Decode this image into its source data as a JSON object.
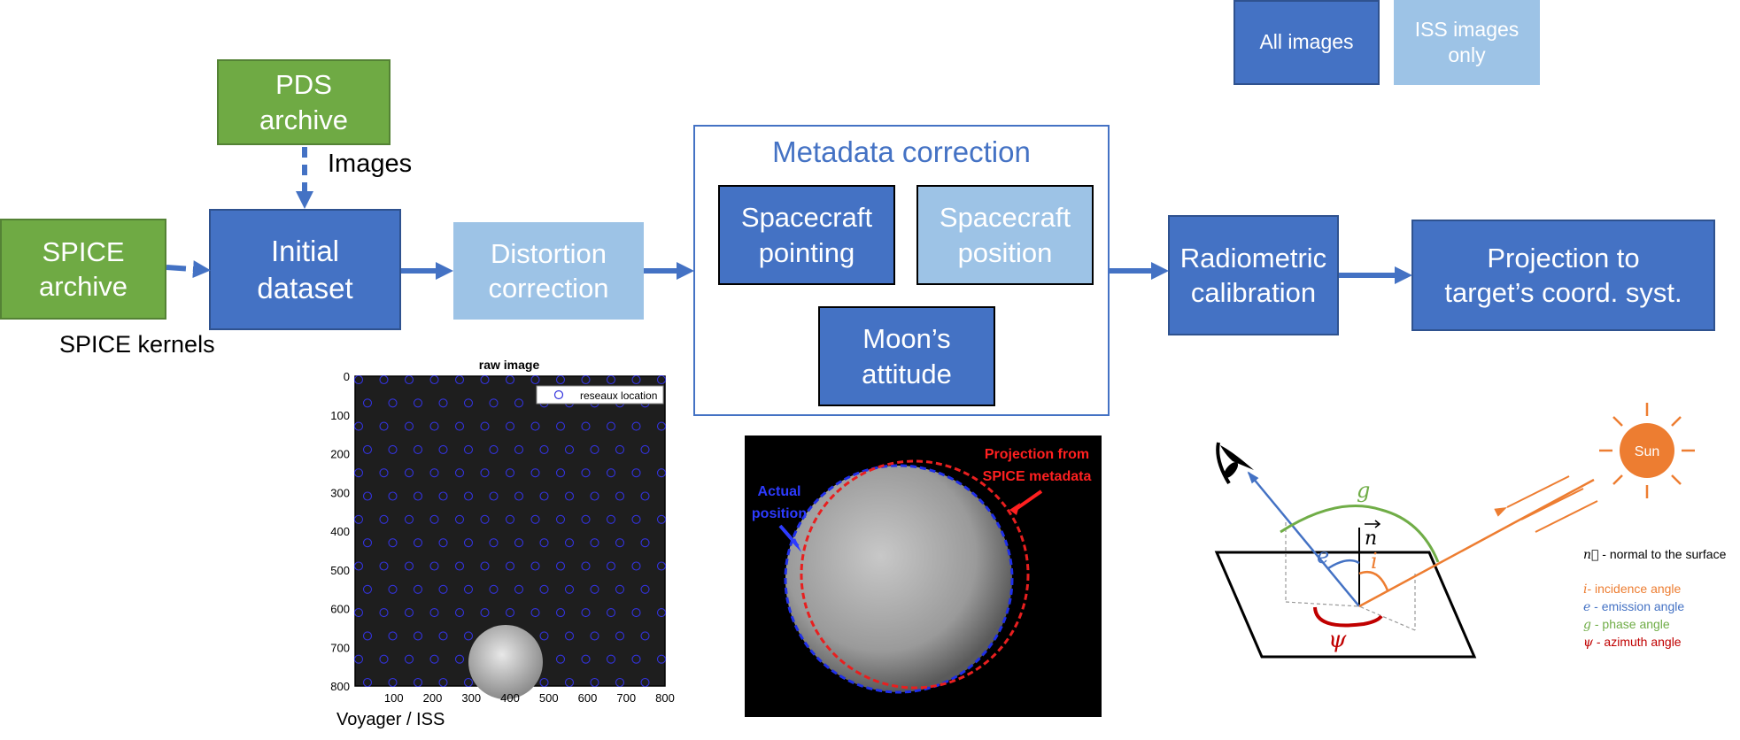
{
  "legend": {
    "all_images": "All images",
    "iss_only": "ISS images only"
  },
  "boxes": {
    "pds": "PDS\narchive",
    "spice": "SPICE\narchive",
    "initial": "Initial\ndataset",
    "distortion": "Distortion\ncorrection",
    "pointing": "Spacecraft\npointing",
    "position": "Spacecraft\nposition",
    "attitude": "Moon’s\nattitude",
    "radiometric": "Radiometric\ncalibration",
    "projection": "Projection to\ntarget’s coord. syst."
  },
  "metadata_title": "Metadata correction",
  "labels": {
    "images": "Images",
    "spice_kernels": "SPICE kernels",
    "voyager": "Voyager / ISS"
  },
  "raw_plot": {
    "title": "raw image",
    "legend": "reseaux location",
    "yticks": [
      "0",
      "100",
      "200",
      "300",
      "400",
      "500",
      "600",
      "700",
      "800"
    ],
    "xticks": [
      "100",
      "200",
      "300",
      "400",
      "500",
      "600",
      "700",
      "800"
    ]
  },
  "moon_photo": {
    "actual_label": "Actual\nposition",
    "projection_label": "Projection from\nSPICE metadata"
  },
  "geometry": {
    "sun": "Sun",
    "n": "n",
    "e": "e",
    "i": "i",
    "g": "g",
    "psi": "ψ",
    "legend": [
      {
        "sym": "n⃗",
        "text": " - normal to the surface",
        "color": "#000000"
      },
      {
        "sym": "i",
        "text": "- incidence angle",
        "color": "#ed7d31"
      },
      {
        "sym": "e",
        "text": " - emission angle",
        "color": "#4472c4"
      },
      {
        "sym": "g",
        "text": " - phase angle",
        "color": "#70ad47"
      },
      {
        "sym": "ψ",
        "text": " - azimuth angle",
        "color": "#c00000"
      }
    ]
  },
  "colors": {
    "dark_blue": "#4472c4",
    "light_blue": "#9dc3e6",
    "green": "#6faa44",
    "orange": "#ed7d31",
    "red": "#c00000",
    "phase_green": "#70ad47"
  }
}
